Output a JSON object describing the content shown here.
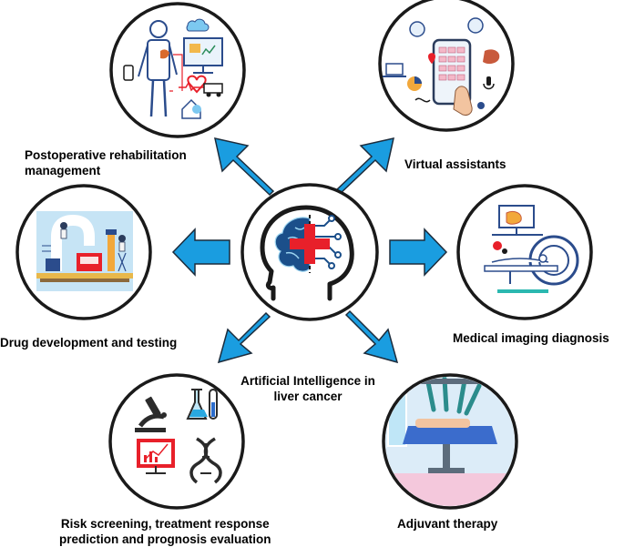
{
  "center": {
    "label_line1": "Artificial Intelligence in",
    "label_line2": "liver  cancer",
    "icon": "ai-brain-medical-cross-icon"
  },
  "nodes": [
    {
      "id": "postoperative",
      "line1": "Postoperative rehabilitation",
      "line2": "management",
      "icon": "patient-telemonitoring-icon"
    },
    {
      "id": "virtual",
      "line1": "Virtual assistants",
      "line2": "",
      "icon": "smartphone-health-app-icon"
    },
    {
      "id": "drug",
      "line1": "Drug development and testing",
      "line2": "",
      "icon": "laboratory-pipeline-icon"
    },
    {
      "id": "imaging",
      "line1": "Medical imaging diagnosis",
      "line2": "",
      "icon": "ct-scanner-icon"
    },
    {
      "id": "risk",
      "line1": "Risk screening, treatment response",
      "line2": "prediction and prognosis evaluation",
      "icon": "lab-analysis-icon"
    },
    {
      "id": "adjuvant",
      "line1": "Adjuvant therapy",
      "line2": "",
      "icon": "surgical-robot-icon"
    }
  ],
  "colors": {
    "arrow": "#1a9de0",
    "arrow_outline": "#1c2c3c",
    "circle_outline": "#1a1a1a",
    "cross": "#e8202a",
    "brain": "#1b4f8a"
  }
}
